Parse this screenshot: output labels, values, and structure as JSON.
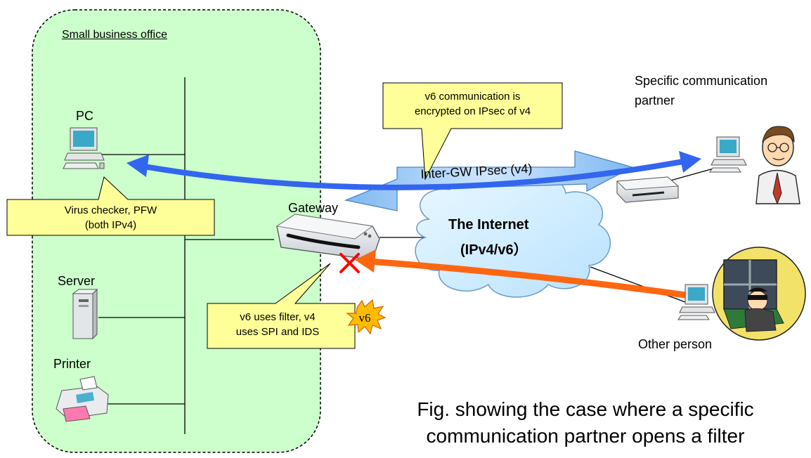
{
  "office": {
    "title": "Small business office"
  },
  "labels": {
    "pc": "PC",
    "server": "Server",
    "printer": "Printer",
    "gateway": "Gateway",
    "partner_line1": "Specific communication",
    "partner_line2": "partner",
    "other": "Other person"
  },
  "internet": {
    "line1": "The Internet",
    "line2": "(IPv4/v6）"
  },
  "tunnel": {
    "label": "Inter-GW IPsec (v4)"
  },
  "v6_badge": "v6",
  "callouts": {
    "v4": {
      "line1": "Virus checker, PFW",
      "line2": "(both IPv4)"
    },
    "ipsec": {
      "line1": "v6 communication is",
      "line2": "encrypted on IPsec of v4"
    },
    "filter": {
      "line1": "v6 uses filter, v4",
      "line2": "uses SPI and IDS"
    }
  },
  "caption": {
    "line1": "Fig. showing the case where a specific",
    "line2": "communication partner opens a filter"
  },
  "colors": {
    "office_fill": "#ccffcc",
    "callout_fill": "#ffff99",
    "cloud_fill": "#cceeff",
    "blue_arrow": "#3366ee",
    "orange_arrow": "#ff6611",
    "tunnel_fill": "#99ccff",
    "block_mark": "#ff0000"
  },
  "icons": [
    "desktop-computer-icon",
    "tower-server-icon",
    "inkjet-printer-icon",
    "router-icon",
    "businessman-icon",
    "burglar-icon",
    "block-x-icon"
  ]
}
